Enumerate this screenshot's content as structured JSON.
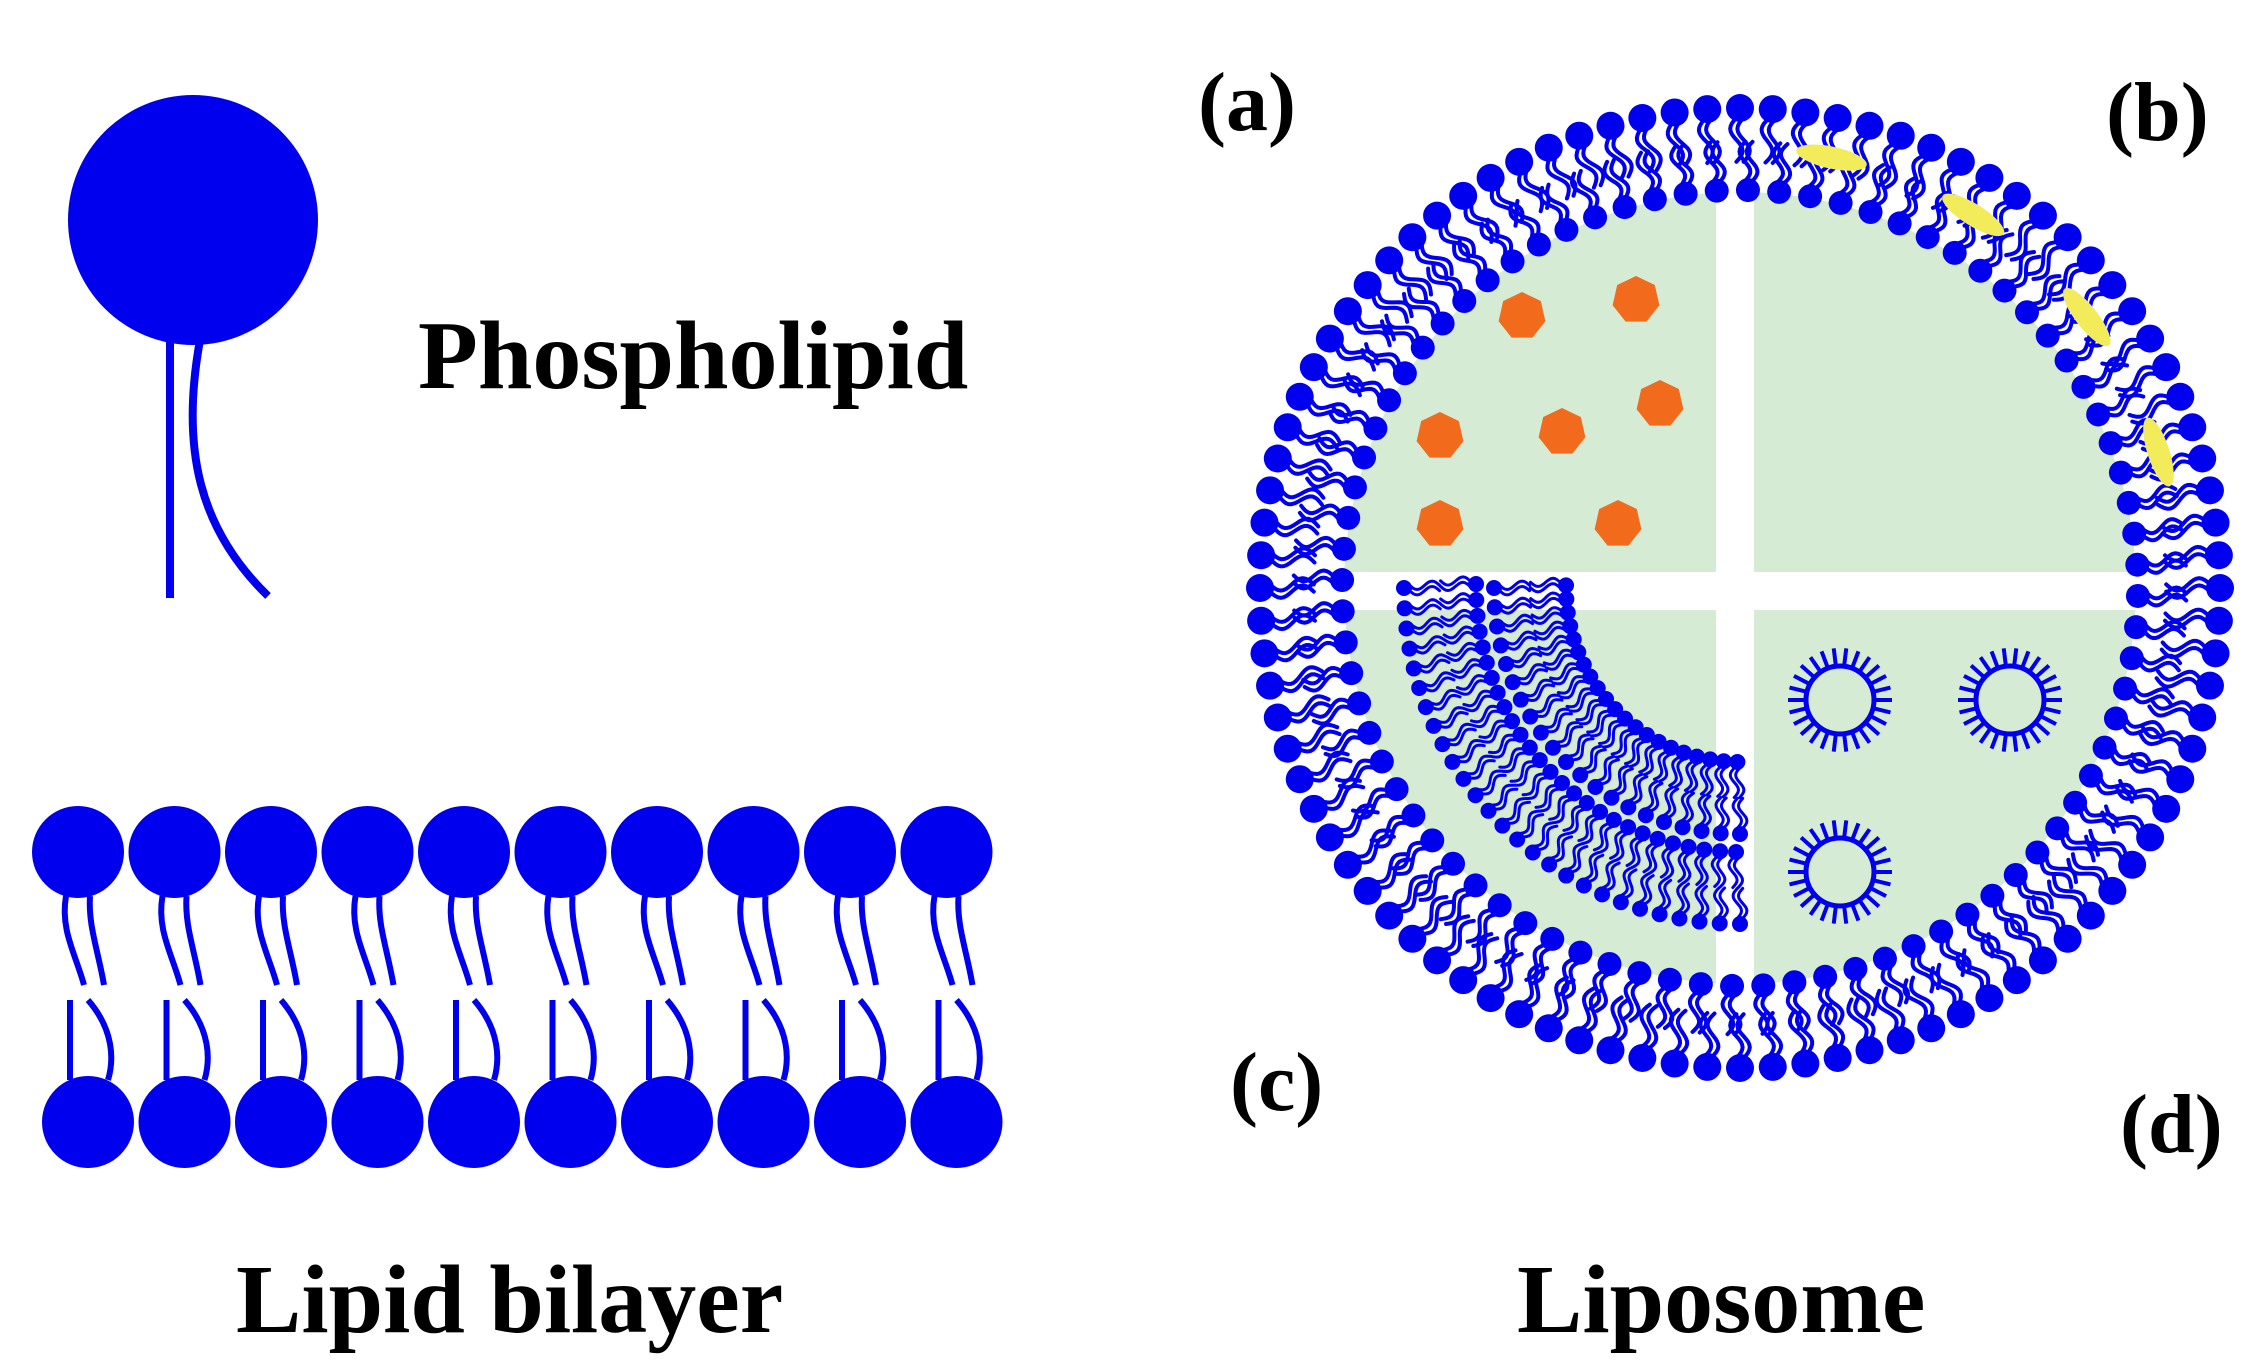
{
  "labels": {
    "phospholipid": "Phospholipid",
    "bilayer": "Lipid bilayer",
    "liposome": "Liposome",
    "panel_a": "(a)",
    "panel_b": "(b)",
    "panel_c": "(c)",
    "panel_d": "(d)"
  },
  "colors": {
    "lipid": "#0000ee",
    "core": "#d6ebd4",
    "hydrophilic_drug": "#f26b1d",
    "hydrophobic_drug": "#f2ec5a"
  },
  "bilayer_lipid_count": 10,
  "hydrophilic_drug_count": 7,
  "hydrophobic_drug_count": 4,
  "micelle_count": 3
}
